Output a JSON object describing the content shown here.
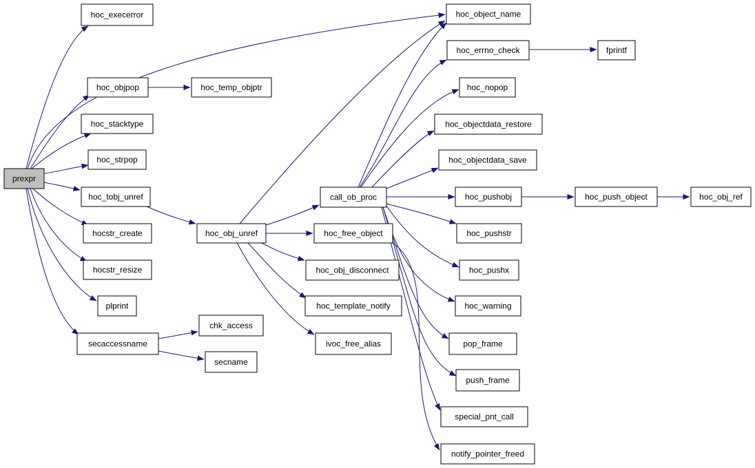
{
  "diagram": {
    "root": "prexpr",
    "colors": {
      "edge": "#191970",
      "root_fill": "#bfbfbf",
      "node_fill": "#ffffff",
      "node_border": "#000000"
    },
    "nodes": [
      "prexpr",
      "hoc_execerror",
      "hoc_objpop",
      "hoc_temp_objptr",
      "hoc_stacktype",
      "hoc_strpop",
      "hoc_tobj_unref",
      "hocstr_create",
      "hocstr_resize",
      "plprint",
      "secaccessname",
      "chk_access",
      "secname",
      "hoc_obj_unref",
      "call_ob_proc",
      "hoc_free_object",
      "hoc_obj_disconnect",
      "hoc_template_notify",
      "ivoc_free_alias",
      "hoc_object_name",
      "hoc_errno_check",
      "fprintf",
      "hoc_nopop",
      "hoc_objectdata_restore",
      "hoc_objectdata_save",
      "hoc_pushobj",
      "hoc_push_object",
      "hoc_obj_ref",
      "hoc_pushstr",
      "hoc_pushx",
      "hoc_warning",
      "pop_frame",
      "push_frame",
      "special_pnt_call",
      "notify_pointer_freed"
    ],
    "edges": [
      [
        "prexpr",
        "hoc_execerror"
      ],
      [
        "prexpr",
        "hoc_object_name"
      ],
      [
        "prexpr",
        "hoc_objpop"
      ],
      [
        "prexpr",
        "hoc_stacktype"
      ],
      [
        "prexpr",
        "hoc_strpop"
      ],
      [
        "prexpr",
        "hoc_tobj_unref"
      ],
      [
        "prexpr",
        "hocstr_create"
      ],
      [
        "prexpr",
        "hocstr_resize"
      ],
      [
        "prexpr",
        "plprint"
      ],
      [
        "prexpr",
        "secaccessname"
      ],
      [
        "hoc_objpop",
        "hoc_temp_objptr"
      ],
      [
        "hoc_tobj_unref",
        "hoc_obj_unref"
      ],
      [
        "secaccessname",
        "chk_access"
      ],
      [
        "secaccessname",
        "secname"
      ],
      [
        "hoc_obj_unref",
        "hoc_object_name"
      ],
      [
        "hoc_obj_unref",
        "call_ob_proc"
      ],
      [
        "hoc_obj_unref",
        "hoc_free_object"
      ],
      [
        "hoc_obj_unref",
        "hoc_obj_disconnect"
      ],
      [
        "hoc_obj_unref",
        "hoc_template_notify"
      ],
      [
        "hoc_obj_unref",
        "ivoc_free_alias"
      ],
      [
        "call_ob_proc",
        "hoc_object_name"
      ],
      [
        "call_ob_proc",
        "hoc_errno_check"
      ],
      [
        "call_ob_proc",
        "hoc_nopop"
      ],
      [
        "call_ob_proc",
        "hoc_objectdata_restore"
      ],
      [
        "call_ob_proc",
        "hoc_objectdata_save"
      ],
      [
        "call_ob_proc",
        "hoc_pushobj"
      ],
      [
        "call_ob_proc",
        "hoc_pushstr"
      ],
      [
        "call_ob_proc",
        "hoc_pushx"
      ],
      [
        "call_ob_proc",
        "hoc_warning"
      ],
      [
        "call_ob_proc",
        "pop_frame"
      ],
      [
        "call_ob_proc",
        "push_frame"
      ],
      [
        "call_ob_proc",
        "special_pnt_call"
      ],
      [
        "hoc_free_object",
        "notify_pointer_freed"
      ],
      [
        "hoc_errno_check",
        "fprintf"
      ],
      [
        "hoc_pushobj",
        "hoc_push_object"
      ],
      [
        "hoc_push_object",
        "hoc_obj_ref"
      ]
    ]
  }
}
